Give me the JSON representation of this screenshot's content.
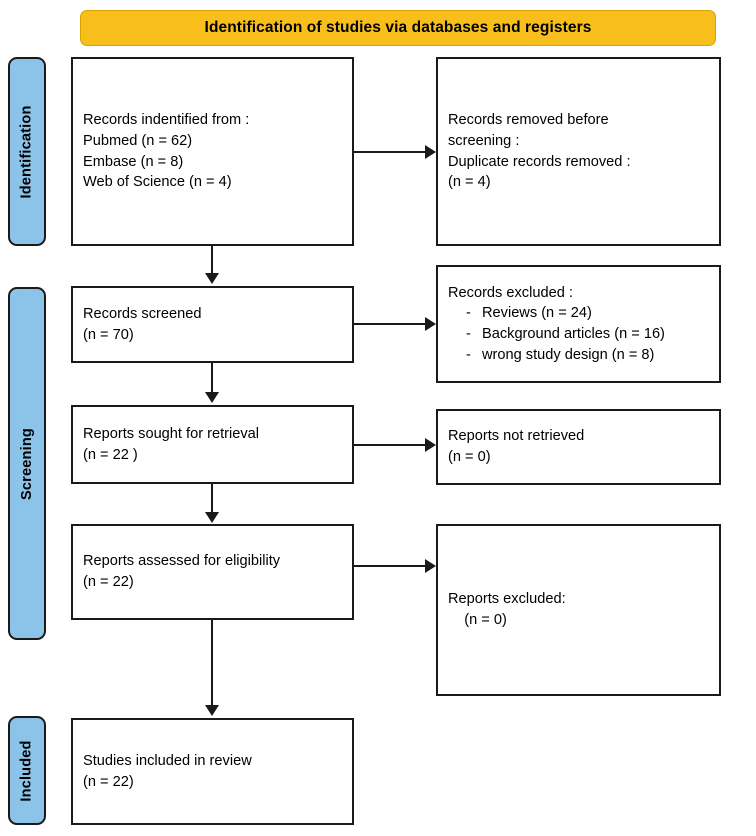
{
  "diagram": {
    "title": "Identification of studies via databases and registers",
    "colors": {
      "banner": "#F8BF1C",
      "stage_tab": "#8CC3E8",
      "line": "#1a1a1a",
      "box_fill": "#ffffff"
    },
    "stages": [
      {
        "id": "identification",
        "label": "Identification"
      },
      {
        "id": "screening",
        "label": "Screening"
      },
      {
        "id": "included",
        "label": "Included"
      }
    ],
    "boxes": {
      "records_identified": {
        "lines": [
          "Records indentified from :",
          "Pubmed (n = 62)",
          "Embase (n = 8)",
          "Web of Science (n = 4)"
        ]
      },
      "records_removed": {
        "lines": [
          "Records removed before",
          "screening :",
          "Duplicate records removed :",
          "(n = 4)"
        ]
      },
      "records_screened": {
        "lines": [
          "Records screened",
          "(n = 70)"
        ]
      },
      "records_excluded": {
        "heading": "Records excluded :",
        "items": [
          {
            "dash": "-",
            "text": "Reviews (n = 24)"
          },
          {
            "dash": "-",
            "text": "Background articles (n = 16)"
          },
          {
            "dash": "-",
            "text": "wrong study design (n = 8)"
          }
        ]
      },
      "reports_sought": {
        "lines": [
          "Reports sought for retrieval",
          "(n = 22 )"
        ]
      },
      "reports_not_retrieved": {
        "lines": [
          "Reports not retrieved",
          "(n = 0)"
        ]
      },
      "reports_assessed": {
        "lines": [
          "Reports assessed for eligibility",
          "(n = 22)"
        ]
      },
      "reports_excluded": {
        "lines": [
          "Reports excluded:",
          "    (n = 0)"
        ]
      },
      "studies_included": {
        "lines": [
          "Studies included in review",
          "(n = 22)"
        ]
      }
    }
  }
}
